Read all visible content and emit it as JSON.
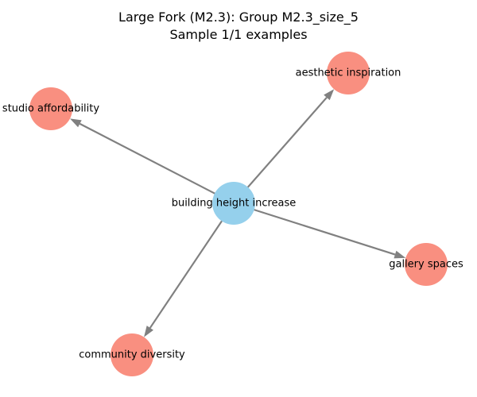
{
  "title": {
    "line1": "Large Fork (M2.3): Group M2.3_size_5",
    "line2": "Sample 1/1 examples"
  },
  "colors": {
    "center_node": "#95d0ec",
    "leaf_node": "#f98f80",
    "edge": "#808080",
    "background": "#ffffff"
  },
  "graph": {
    "nodes": [
      {
        "id": "center",
        "label": "building height increase",
        "role": "center"
      },
      {
        "id": "aesthetic",
        "label": "aesthetic inspiration",
        "role": "leaf"
      },
      {
        "id": "studio",
        "label": "studio affordability",
        "role": "leaf"
      },
      {
        "id": "gallery",
        "label": "gallery spaces",
        "role": "leaf"
      },
      {
        "id": "community",
        "label": "community diversity",
        "role": "leaf"
      }
    ],
    "edges": [
      {
        "from": "center",
        "to": "aesthetic"
      },
      {
        "from": "center",
        "to": "studio"
      },
      {
        "from": "center",
        "to": "gallery"
      },
      {
        "from": "center",
        "to": "community"
      }
    ]
  }
}
